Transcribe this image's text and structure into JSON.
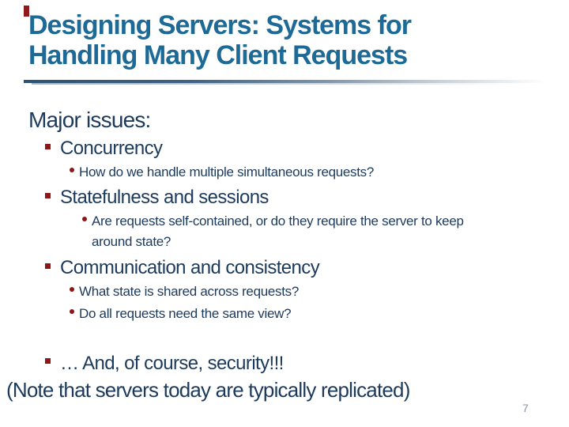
{
  "title": {
    "line1": "Designing Servers: Systems for",
    "line2": "Handling Many Client Requests"
  },
  "body": {
    "heading": "Major issues:",
    "items": [
      {
        "level": 1,
        "text": "Concurrency"
      },
      {
        "level": 2,
        "text": "How do we handle multiple simultaneous requests?"
      },
      {
        "level": 1,
        "text": "Statefulness and sessions"
      },
      {
        "level": 2,
        "text": "Are requests self-contained, or do they require the server to keep",
        "text_wrap": "around state?"
      },
      {
        "level": 1,
        "text": "Communication and consistency"
      },
      {
        "level": 2,
        "text": "What state is shared across requests?"
      },
      {
        "level": 2,
        "text": "Do all requests need the same view?"
      },
      {
        "level": 1,
        "text": "… And, of course, security!!!"
      }
    ],
    "note": "(Note that servers today are typically replicated)"
  },
  "footer": {
    "page_number": "7"
  },
  "colors": {
    "title-color": "#1d6a96",
    "body-color": "#1c3a5c",
    "bullet-color": "#8e1616",
    "tick-color": "#8e1a1c",
    "page-color": "#8a95a1"
  }
}
